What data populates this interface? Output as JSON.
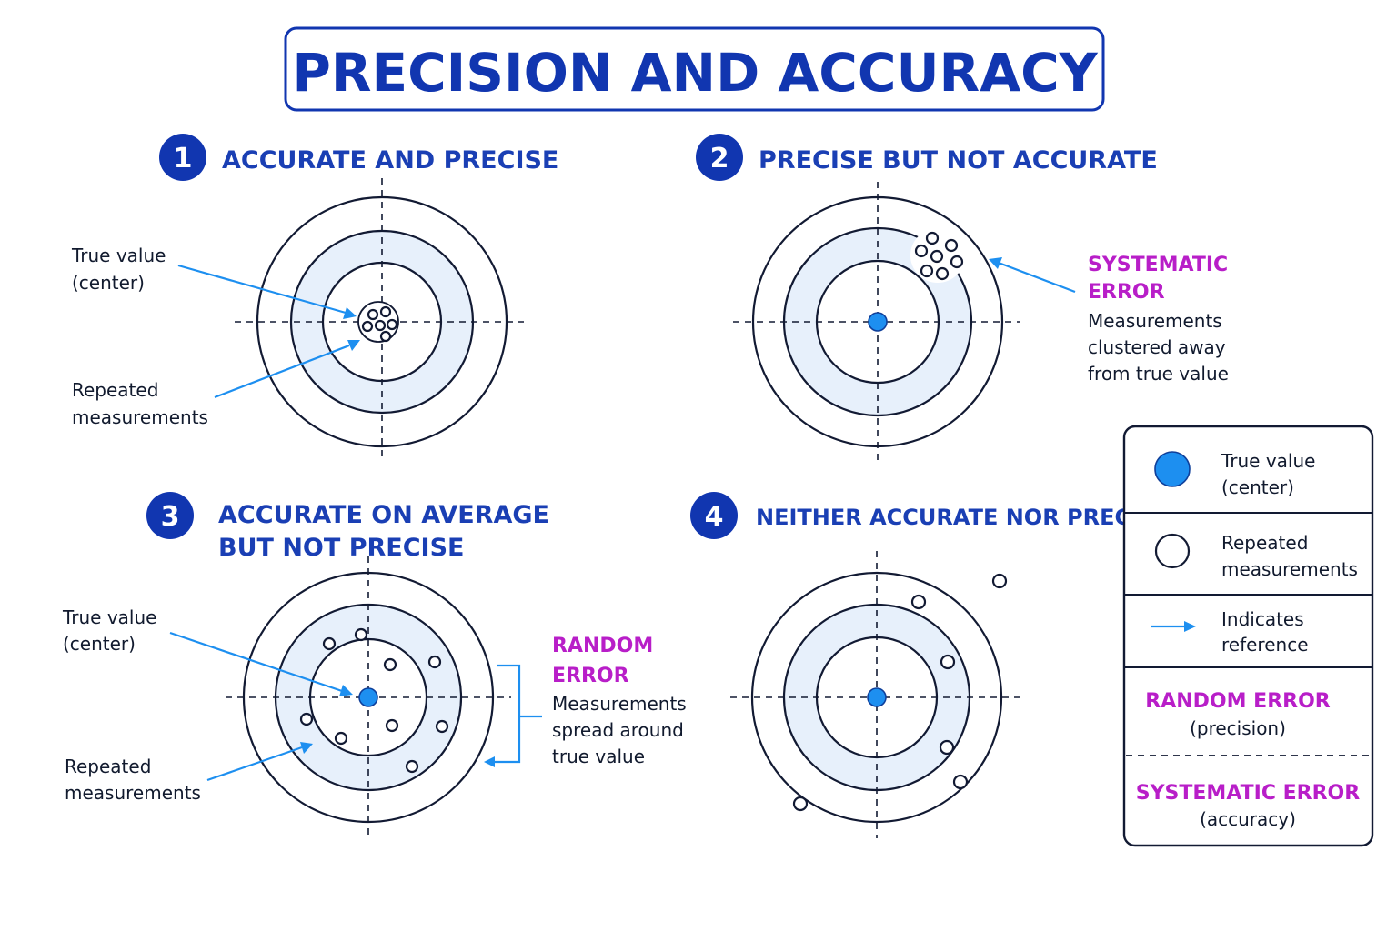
{
  "title": "PRECISION AND ACCURACY",
  "panels": [
    {
      "number": "1",
      "heading": "ACCURATE AND PRECISE",
      "label_true": [
        "True value",
        "(center)"
      ],
      "label_repeated": [
        "Repeated",
        "measurements"
      ]
    },
    {
      "number": "2",
      "heading": "PRECISE BUT NOT ACCURATE",
      "error_title": [
        "SYSTEMATIC",
        "ERROR"
      ],
      "error_text": [
        "Measurements",
        "clustered away",
        "from true value"
      ]
    },
    {
      "number": "3",
      "heading": [
        "ACCURATE ON AVERAGE",
        "BUT NOT PRECISE"
      ],
      "label_true": [
        "True value",
        "(center)"
      ],
      "label_repeated": [
        "Repeated",
        "measurements"
      ],
      "error_title": [
        "RANDOM",
        "ERROR"
      ],
      "error_text": [
        "Measurements",
        "spread around",
        "true value"
      ]
    },
    {
      "number": "4",
      "heading": "NEITHER ACCURATE NOR PRECISE"
    }
  ],
  "legend": {
    "true_value": [
      "True value",
      "(center)"
    ],
    "repeated": [
      "Repeated",
      "measurements"
    ],
    "indicates": [
      "Indicates",
      "reference"
    ],
    "random_error": "RANDOM ERROR",
    "random_sub": "(precision)",
    "systematic_error": "SYSTEMATIC ERROR",
    "systematic_sub": "(accuracy)"
  },
  "colors": {
    "title_blue": "#1136b0",
    "true_value_fill": "#1d8ff0",
    "band_fill": "#e7f0fb",
    "error_magenta": "#b81ec8"
  }
}
